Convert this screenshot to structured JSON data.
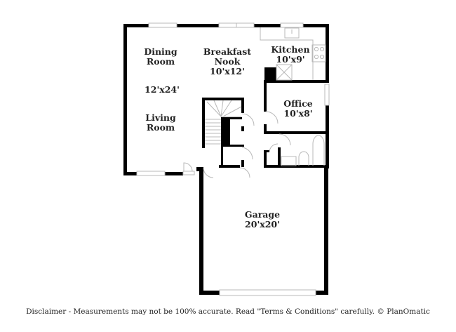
{
  "floorplan": {
    "rooms": [
      {
        "id": "dining-room",
        "name": "Dining\nRoom",
        "line1": "Dining",
        "line2": "Room",
        "dimensions": ""
      },
      {
        "id": "breakfast-nook",
        "line1": "Breakfast",
        "line2": "Nook",
        "dimensions": "10'x12'"
      },
      {
        "id": "kitchen",
        "line1": "Kitchen",
        "dimensions": "10'x9'"
      },
      {
        "id": "living-dining-dimension",
        "dimensions": "12'x24'"
      },
      {
        "id": "living-room",
        "line1": "Living",
        "line2": "Room",
        "dimensions": ""
      },
      {
        "id": "office",
        "line1": "Office",
        "dimensions": "10'x8'"
      },
      {
        "id": "garage",
        "line1": "Garage",
        "dimensions": "20'x20'"
      }
    ],
    "colors": {
      "wall": "#000000",
      "fixture": "#b8b8b8",
      "text": "#222222",
      "background": "#ffffff"
    }
  },
  "footer": {
    "disclaimer": "Disclaimer - Measurements may not be 100% accurate. Read \"Terms & Conditions\" carefully. © PlanOmatic"
  }
}
